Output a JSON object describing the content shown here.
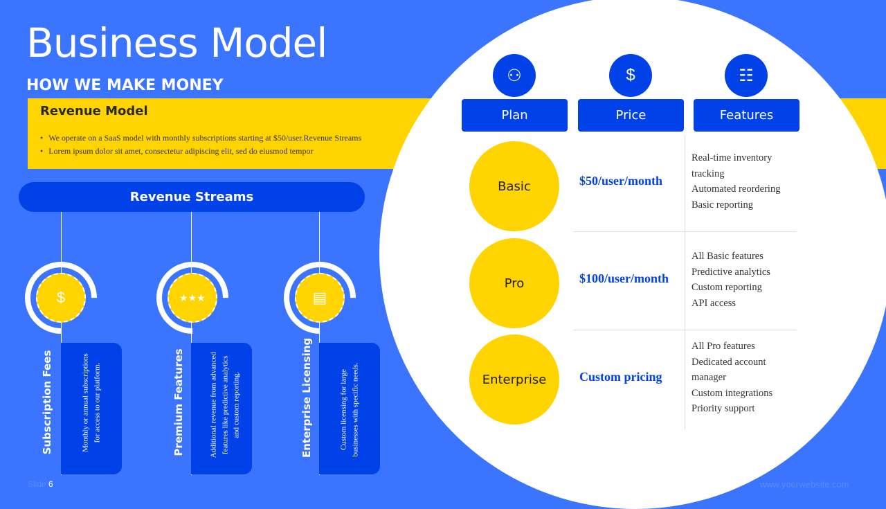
{
  "title": "Business Model",
  "subtitle": "HOW WE MAKE MONEY",
  "revenue_model": {
    "title": "Revenue Model",
    "bullets": [
      "We operate on a SaaS model with monthly subscriptions starting at $50/user.Revenue Streams",
      "Lorem ipsum dolor sit amet, consectetur adipiscing elit, sed do eiusmod tempor"
    ]
  },
  "revenue_streams": {
    "label": "Revenue Streams",
    "items": [
      {
        "title": "Subscription Fees",
        "desc": "Monthly or annual subscriptions for access to our platform.",
        "icon": "coins-icon"
      },
      {
        "title": "Premium Features",
        "desc": "Additional revenue from advanced features like predictive analytics and custom reporting.",
        "icon": "stars-icon"
      },
      {
        "title": "Enterprise Licensing",
        "desc": "Custom licensing for large businesses with specific needs.",
        "icon": "building-icon"
      }
    ]
  },
  "table": {
    "headers": [
      "Plan",
      "Price",
      "Features"
    ],
    "rows": [
      {
        "plan": "Basic",
        "price": "$50/user/month",
        "features": "Real-time inventory tracking\nAutomated reordering\nBasic reporting"
      },
      {
        "plan": "Pro",
        "price": "$100/user/month",
        "features": "All Basic features\nPredictive analytics\nCustom reporting\nAPI access"
      },
      {
        "plan": "Enterprise",
        "price": "Custom pricing",
        "features": "All Pro features\nDedicated account manager\nCustom integrations\nPriority support"
      }
    ]
  },
  "footer": {
    "slide_label": "Slide",
    "slide_number": "6",
    "website": "www.yourwebsite.com"
  },
  "colors": {
    "background": "#3a74ff",
    "accent": "#ffd400",
    "dark_blue": "#0042e8"
  }
}
